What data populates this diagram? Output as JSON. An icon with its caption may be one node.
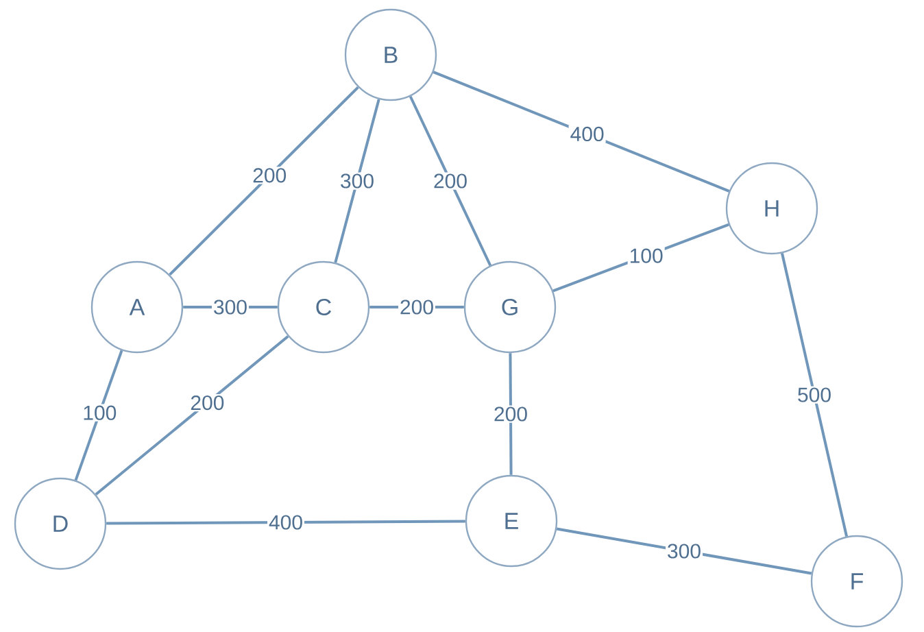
{
  "diagram": {
    "nodes": [
      {
        "text": [
          "B"
        ]
      },
      {
        "text": [
          "H"
        ]
      },
      {
        "text": [
          "A"
        ]
      },
      {
        "text": [
          "C"
        ]
      },
      {
        "text": [
          "G"
        ]
      },
      {
        "text": [
          "D"
        ]
      },
      {
        "text": [
          "E"
        ]
      },
      {
        "text": [
          "F"
        ]
      }
    ],
    "edges": [
      {
        "from": 0,
        "to": 2,
        "arrow": "none",
        "label": "200"
      },
      {
        "from": 0,
        "to": 3,
        "arrow": "none",
        "label": "300"
      },
      {
        "from": 0,
        "to": 4,
        "arrow": "none",
        "label": "200"
      },
      {
        "from": 0,
        "to": 1,
        "arrow": "none",
        "label": "400"
      },
      {
        "from": 2,
        "to": 3,
        "arrow": "none",
        "label": "300"
      },
      {
        "from": 3,
        "to": 4,
        "arrow": "none",
        "label": "200"
      },
      {
        "from": 4,
        "to": 1,
        "arrow": "none",
        "label": "100"
      },
      {
        "from": 2,
        "to": 5,
        "arrow": "none",
        "label": "100"
      },
      {
        "from": 3,
        "to": 5,
        "arrow": "none",
        "label": "200"
      },
      {
        "from": 4,
        "to": 6,
        "arrow": "none",
        "label": "200"
      },
      {
        "from": 5,
        "to": 6,
        "arrow": "none",
        "label": "400"
      },
      {
        "from": 6,
        "to": 7,
        "arrow": "none",
        "label": "300"
      },
      {
        "from": 1,
        "to": 7,
        "arrow": "none",
        "label": "500"
      }
    ]
  }
}
